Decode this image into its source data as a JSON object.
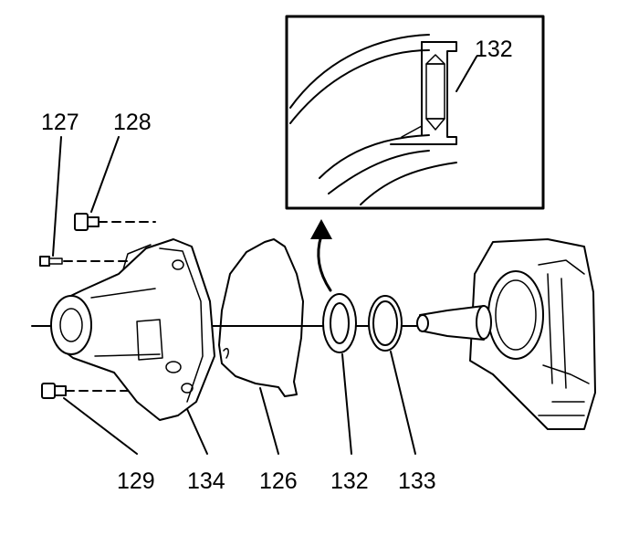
{
  "callouts": {
    "c127": "127",
    "c128": "128",
    "c129": "129",
    "c134": "134",
    "c126": "126",
    "c132_bottom": "132",
    "c133": "133",
    "c132_inset": "132"
  }
}
